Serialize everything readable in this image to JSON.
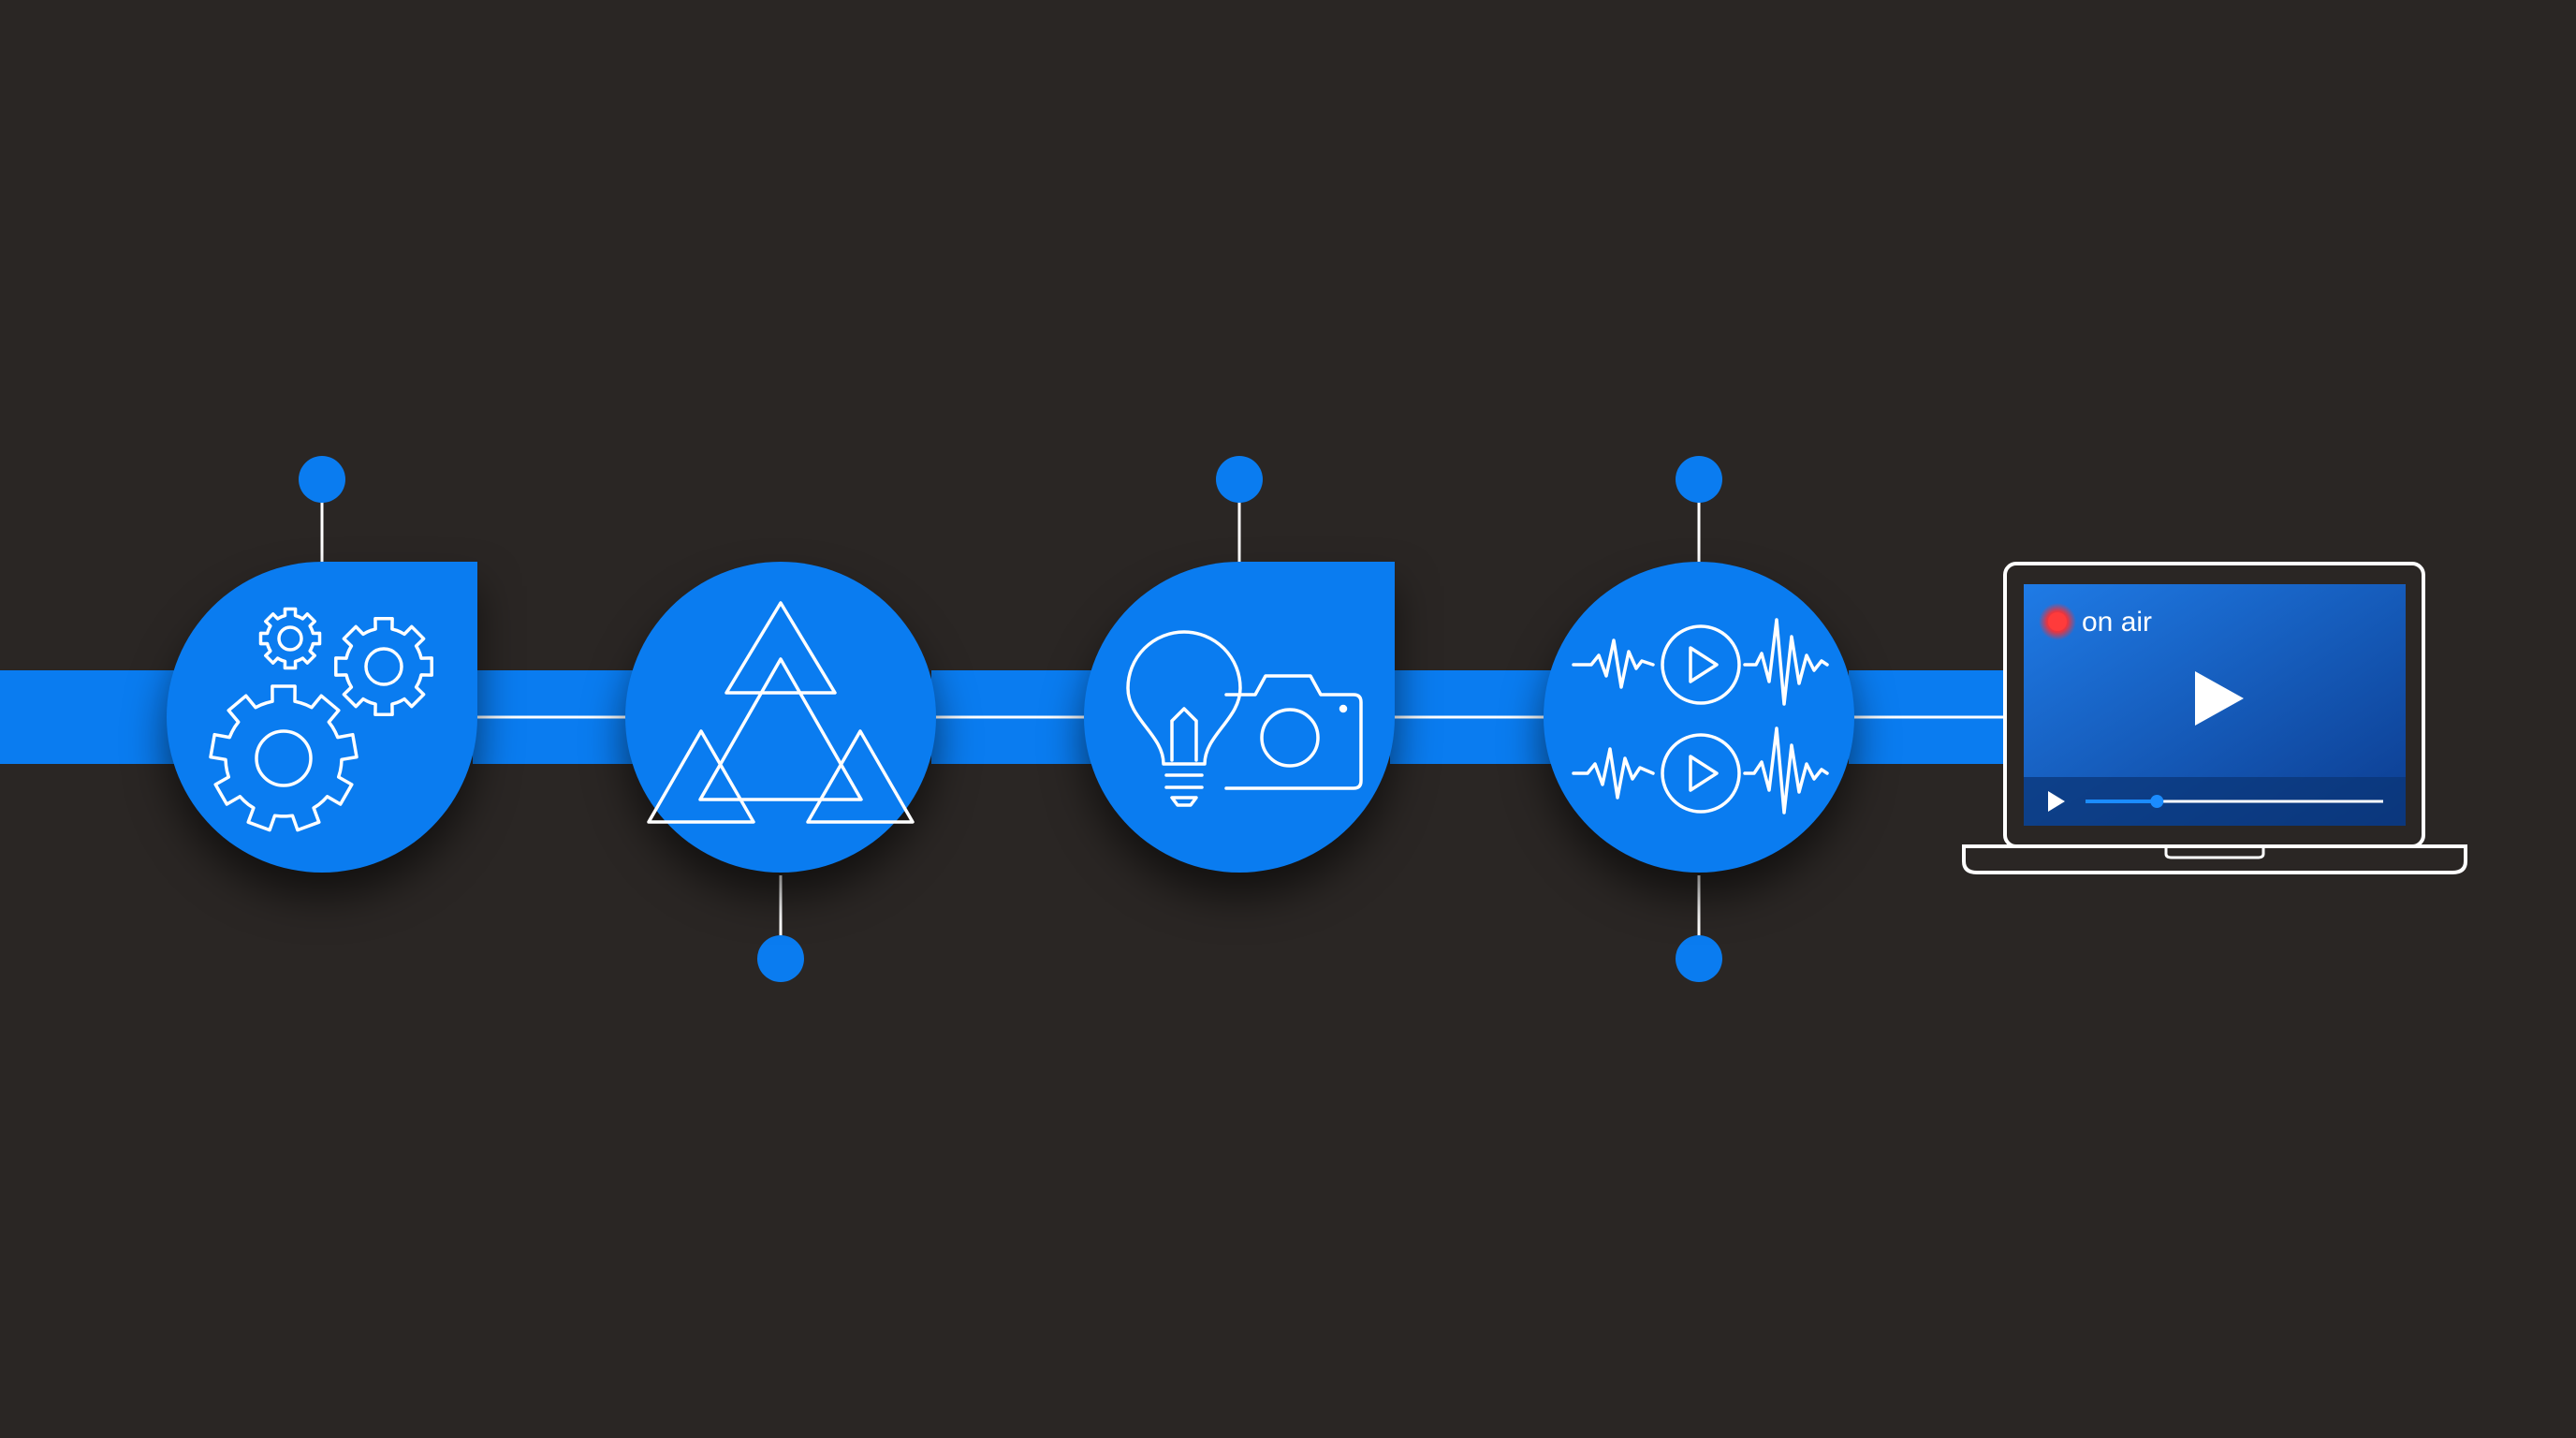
{
  "colors": {
    "background": "#2a2624",
    "accent": "#0a7cf0",
    "line": "#ffffff",
    "live_dot": "#ff3b3b",
    "screen_top": "#1d74e0",
    "screen_bottom": "#0d3f93"
  },
  "pipeline": {
    "stages": [
      {
        "id": "gears",
        "icon": "gears-icon",
        "shape": "teardrop",
        "connector": "top"
      },
      {
        "id": "triangles",
        "icon": "triangles-icon",
        "shape": "circle",
        "connector": "bottom"
      },
      {
        "id": "bulb-camera",
        "icon": "lightbulb-camera-icon",
        "shape": "teardrop",
        "connector": "top"
      },
      {
        "id": "audio-video",
        "icon": "audio-video-waves-icon",
        "shape": "circle",
        "connector": "both"
      },
      {
        "id": "laptop",
        "icon": "laptop-video-player-icon",
        "shape": "none",
        "connector": "none"
      }
    ]
  },
  "laptop": {
    "live_label": "on air",
    "progress_fraction": 0.24
  }
}
